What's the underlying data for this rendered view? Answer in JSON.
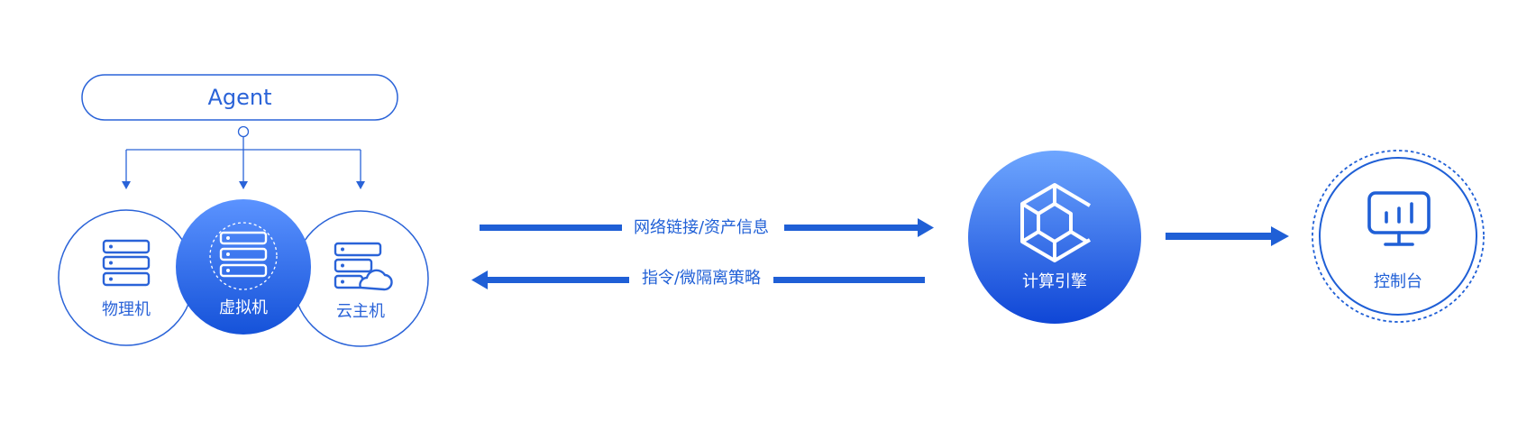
{
  "agent": {
    "label": "Agent"
  },
  "hosts": {
    "physical": {
      "label": "物理机",
      "icon": "server-rack-icon"
    },
    "virtual": {
      "label": "虚拟机",
      "icon": "virtual-server-icon"
    },
    "cloud": {
      "label": "云主机",
      "icon": "cloud-server-icon"
    }
  },
  "flows": {
    "uplink": {
      "label": "网络链接/资产信息"
    },
    "downlink": {
      "label": "指令/微隔离策略"
    }
  },
  "engine": {
    "label": "计算引擎",
    "icon": "hexagon-engine-icon"
  },
  "console": {
    "label": "控制台",
    "icon": "monitor-chart-icon"
  },
  "colors": {
    "primary": "#1f5fd6",
    "gradient_top": "#6aa2ff",
    "gradient_bottom": "#1149d8",
    "outline": "#2a63d8"
  }
}
